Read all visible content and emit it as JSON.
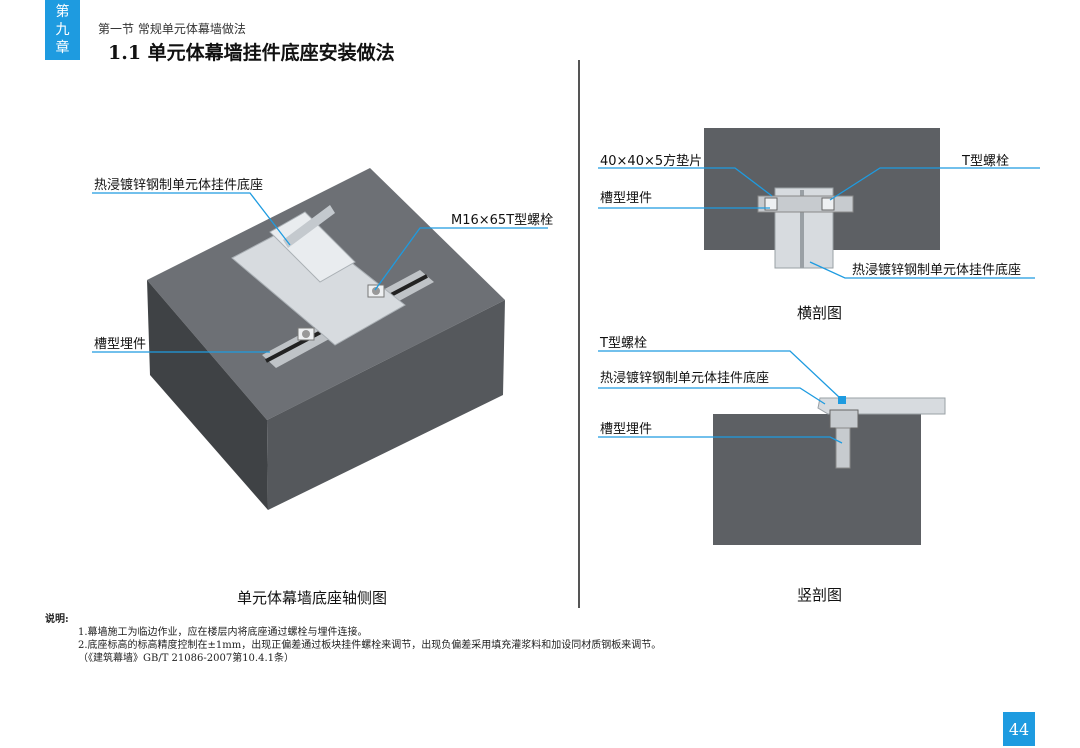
{
  "header": {
    "chapter_chars": [
      "第",
      "九",
      "章"
    ],
    "section": "第一节 常规单元体幕墙做法",
    "title": "1.1 单元体幕墙挂件底座安装做法"
  },
  "iso_view": {
    "labels": {
      "base": "热浸镀锌钢制单元体挂件底座",
      "bolt": "M16×65T型螺栓",
      "channel": "槽型埋件"
    },
    "caption": "单元体幕墙底座轴侧图"
  },
  "cross_section": {
    "labels": {
      "washer": "40×40×5方垫片",
      "bolt": "T型螺栓",
      "channel": "槽型埋件",
      "base": "热浸镀锌钢制单元体挂件底座"
    },
    "caption": "横剖图"
  },
  "vertical_section": {
    "labels": {
      "bolt": "T型螺栓",
      "base": "热浸镀锌钢制单元体挂件底座",
      "channel": "槽型埋件"
    },
    "caption": "竖剖图"
  },
  "notes": {
    "heading": "说明:",
    "lines": [
      "1.幕墙施工为临边作业，应在楼层内将底座通过螺栓与埋件连接。",
      "2.底座标高的标高精度控制在±1mm，出现正偏差通过板块挂件螺栓来调节，出现负偏差采用填充灌浆料和加设同材质钢板来调节。",
      "（《建筑幕墙》GB/T 21086-2007第10.4.1条）"
    ]
  },
  "page_number": "44",
  "colors": {
    "accent": "#1e9be0",
    "concrete_top": "#6b6e72",
    "concrete_front": "#55585c",
    "concrete_side": "#45484b",
    "steel": "#d5d9dd"
  }
}
